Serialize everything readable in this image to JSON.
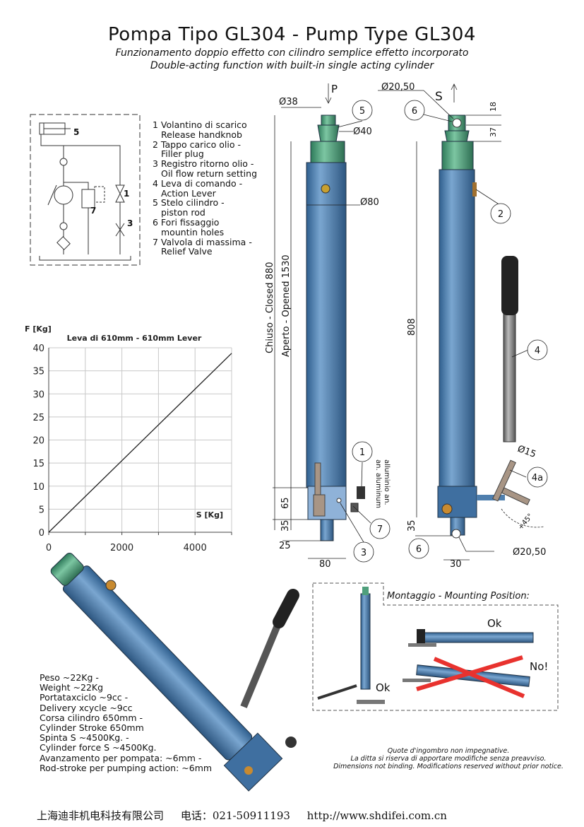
{
  "header": {
    "title": "Pompa Tipo GL304 - Pump Type GL304",
    "subtitle_it": "Funzionamento doppio effetto con cilindro semplice effetto incorporato",
    "subtitle_en": "Double-acting function with built-in single acting cylinder"
  },
  "legend": [
    {
      "it": "1 Volantino di scarico",
      "en": "Release handknob"
    },
    {
      "it": "2 Tappo carico olio -",
      "en": "Filler plug"
    },
    {
      "it": "3 Registro ritorno olio -",
      "en": "Oil flow return setting"
    },
    {
      "it": "4 Leva di comando -",
      "en": "Action Lever"
    },
    {
      "it": "5 Stelo cilindro -",
      "en": "piston rod"
    },
    {
      "it": "6 Fori fissaggio",
      "en": "mountin holes"
    },
    {
      "it": "7 Valvola di massima -",
      "en": "Relief Valve"
    }
  ],
  "schematic": {
    "labels": [
      "5",
      "1",
      "7",
      "3"
    ]
  },
  "chart_data": {
    "type": "line",
    "title": "Leva di 610mm - 610mm Lever",
    "ylabel": "F [Kg]",
    "xlabel": "S [Kg]",
    "xlim": [
      0,
      5000
    ],
    "ylim": [
      0,
      40
    ],
    "xticks": [
      "0",
      "2000",
      "4000"
    ],
    "yticks": [
      "0",
      "5",
      "10",
      "15",
      "20",
      "25",
      "30",
      "35",
      "40"
    ],
    "grid": true,
    "series": [
      {
        "name": "F",
        "x": [
          0,
          5000
        ],
        "y": [
          0,
          38.8
        ]
      }
    ]
  },
  "front_view": {
    "dia_top": "Ø38",
    "arrow_label": "P",
    "dia_rod": "Ø40",
    "dia_body": "Ø80",
    "closed": "Chiuso - Closed 880",
    "opened": "Aperto - Opened 1530",
    "dim_65": "65",
    "dim_35": "35",
    "dim_25": "25",
    "dim_80": "80",
    "material_1": "alluminio an.",
    "material_2": "an. aluminum",
    "callouts": [
      "5",
      "1",
      "7",
      "3"
    ]
  },
  "side_view": {
    "dia_hole_top": "Ø20,50",
    "arrow_label": "S",
    "dim_18": "18",
    "dim_37": "37",
    "dim_808": "808",
    "dim_35": "35",
    "dim_30": "30",
    "dia_hole_bottom": "Ø20,50",
    "dia_15": "Ø15",
    "angle": "+45°",
    "callouts": [
      "6",
      "2",
      "4",
      "4a",
      "6"
    ]
  },
  "specs": [
    "Peso ~22Kg -",
    "Weight ~22Kg",
    "Portataxciclo ~9cc -",
    "Delivery xcycle ~9cc",
    "Corsa cilindro 650mm -",
    "Cylinder Stroke 650mm",
    "Spinta S ~4500Kg. -",
    "Cylinder force S ~4500Kg.",
    "Avanzamento per pompata: ~6mm -",
    "Rod-stroke per pumping action: ~6mm"
  ],
  "mounting": {
    "title": "Montaggio - Mounting Position:",
    "ok_vertical": "Ok",
    "ok_horizontal": "Ok",
    "no": "No!"
  },
  "notice": [
    "Quote d'ingombro non impegnative.",
    "La ditta si riserva di apportare modifiche senza preavviso.",
    "Dimensions not binding. Modifications reserved without prior notice."
  ],
  "footer": {
    "company": "上海迪非机电科技有限公司",
    "phone": "电话：021-50911193",
    "url": "http://www.shdifei.com.cn"
  },
  "colors": {
    "body_blue": "#4f7fae",
    "cap_green": "#4f9f7c",
    "lever_tan": "#a89585",
    "cross_red": "#e8322e"
  }
}
